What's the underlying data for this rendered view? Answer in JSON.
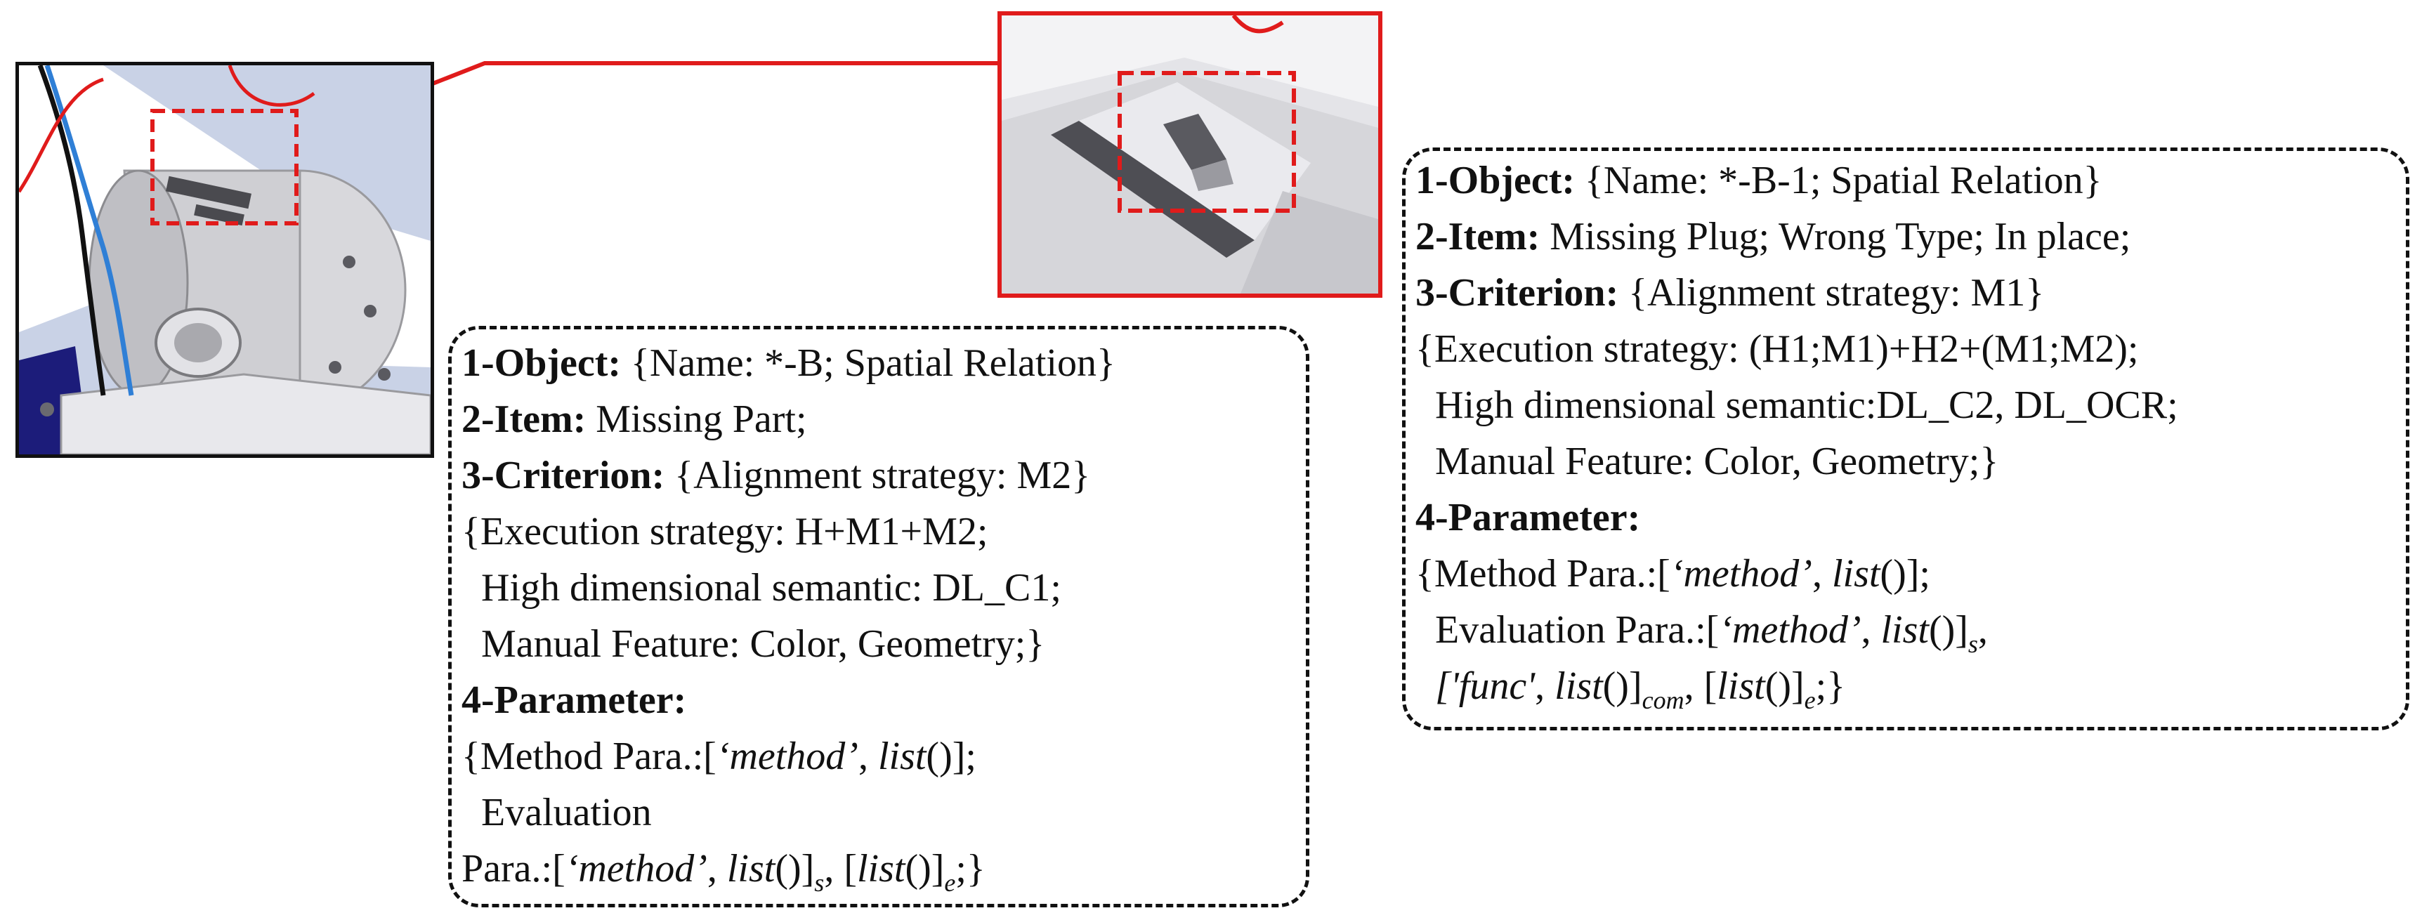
{
  "left_box": {
    "object_label": "1-Object:",
    "object_value": " {Name: *-B; Spatial Relation}",
    "item_label": "2-Item:",
    "item_value": " Missing Part;",
    "criterion_label": "3-Criterion:",
    "criterion_value": " {Alignment strategy: M2}",
    "execution": "{Execution strategy: H+M1+M2;",
    "semantic": "High dimensional semantic: DL_C1;",
    "manual": "Manual Feature: Color, Geometry;}",
    "parameter_label": "4-Parameter:",
    "method_para_prefix": "{Method Para.:[",
    "method_word": "‘method’",
    "comma": ", ",
    "list_word": "list",
    "paren": "()",
    "method_para_suffix": "];",
    "evaluation_word": "Evaluation",
    "eval_para_prefix": "Para.:[",
    "eval_close_s": "]",
    "sub_s": "s",
    "eval_mid": ", [",
    "sub_e": "e",
    "eval_end": ";}"
  },
  "right_box": {
    "object_label": "1-Object:",
    "object_value": " {Name: *-B-1; Spatial Relation}",
    "item_label": "2-Item:",
    "item_value": " Missing Plug; Wrong Type; In place;",
    "criterion_label": "3-Criterion:",
    "criterion_value": " {Alignment strategy: M1}",
    "execution": "{Execution strategy: (H1;M1)+H2+(M1;M2);",
    "semantic": "High dimensional semantic:DL_C2, DL_OCR;",
    "manual": "Manual Feature: Color, Geometry;}",
    "parameter_label": "4-Parameter:",
    "method_para_prefix": "{Method Para.:[",
    "method_word": "‘method’",
    "comma": ", ",
    "list_word": "list",
    "paren": "()",
    "method_para_suffix": "];",
    "eval_para_prefix": "Evaluation Para.:[",
    "eval_close_s": "]",
    "sub_s": "s",
    "func_word": "['func'",
    "sub_com": "com",
    "eval_mid": ",  [",
    "sub_e": "e",
    "eval_end": ";}"
  },
  "colors": {
    "highlight_red": "#e01b1b",
    "border_dark": "#111111",
    "part_grey": "#cfcfd3",
    "background_blue": "#c9d2e6"
  }
}
